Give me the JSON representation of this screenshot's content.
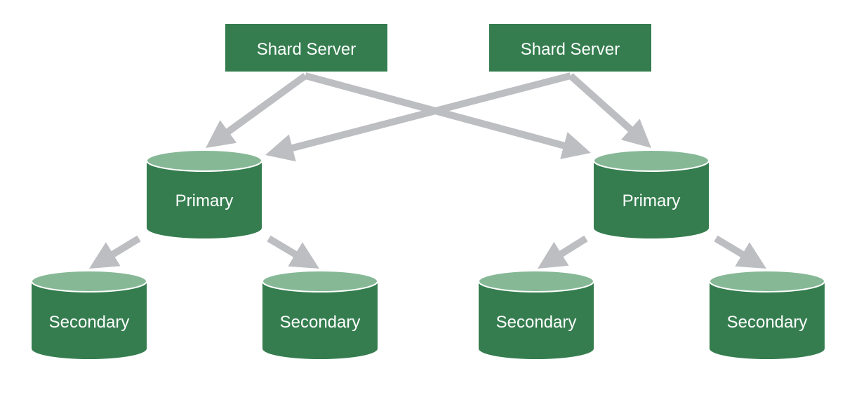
{
  "colors": {
    "node_fill": "#357d4f",
    "db_top": "#86b896",
    "db_top_edge": "#ffffff",
    "arrow": "#bcbec1",
    "text": "#ffffff",
    "background": "#ffffff"
  },
  "shard_servers": [
    {
      "label": "Shard Server"
    },
    {
      "label": "Shard Server"
    }
  ],
  "replica_sets": [
    {
      "primary": {
        "label": "Primary"
      },
      "secondaries": [
        {
          "label": "Secondary"
        },
        {
          "label": "Secondary"
        }
      ]
    },
    {
      "primary": {
        "label": "Primary"
      },
      "secondaries": [
        {
          "label": "Secondary"
        },
        {
          "label": "Secondary"
        }
      ]
    }
  ],
  "connections": [
    {
      "from": "shard_servers.0",
      "to": "replica_sets.0.primary"
    },
    {
      "from": "shard_servers.0",
      "to": "replica_sets.1.primary"
    },
    {
      "from": "shard_servers.1",
      "to": "replica_sets.1.primary"
    },
    {
      "from": "shard_servers.1",
      "to": "replica_sets.0.primary"
    },
    {
      "from": "replica_sets.0.primary",
      "to": "replica_sets.0.secondaries.0"
    },
    {
      "from": "replica_sets.0.primary",
      "to": "replica_sets.0.secondaries.1"
    },
    {
      "from": "replica_sets.1.primary",
      "to": "replica_sets.1.secondaries.0"
    },
    {
      "from": "replica_sets.1.primary",
      "to": "replica_sets.1.secondaries.1"
    }
  ]
}
